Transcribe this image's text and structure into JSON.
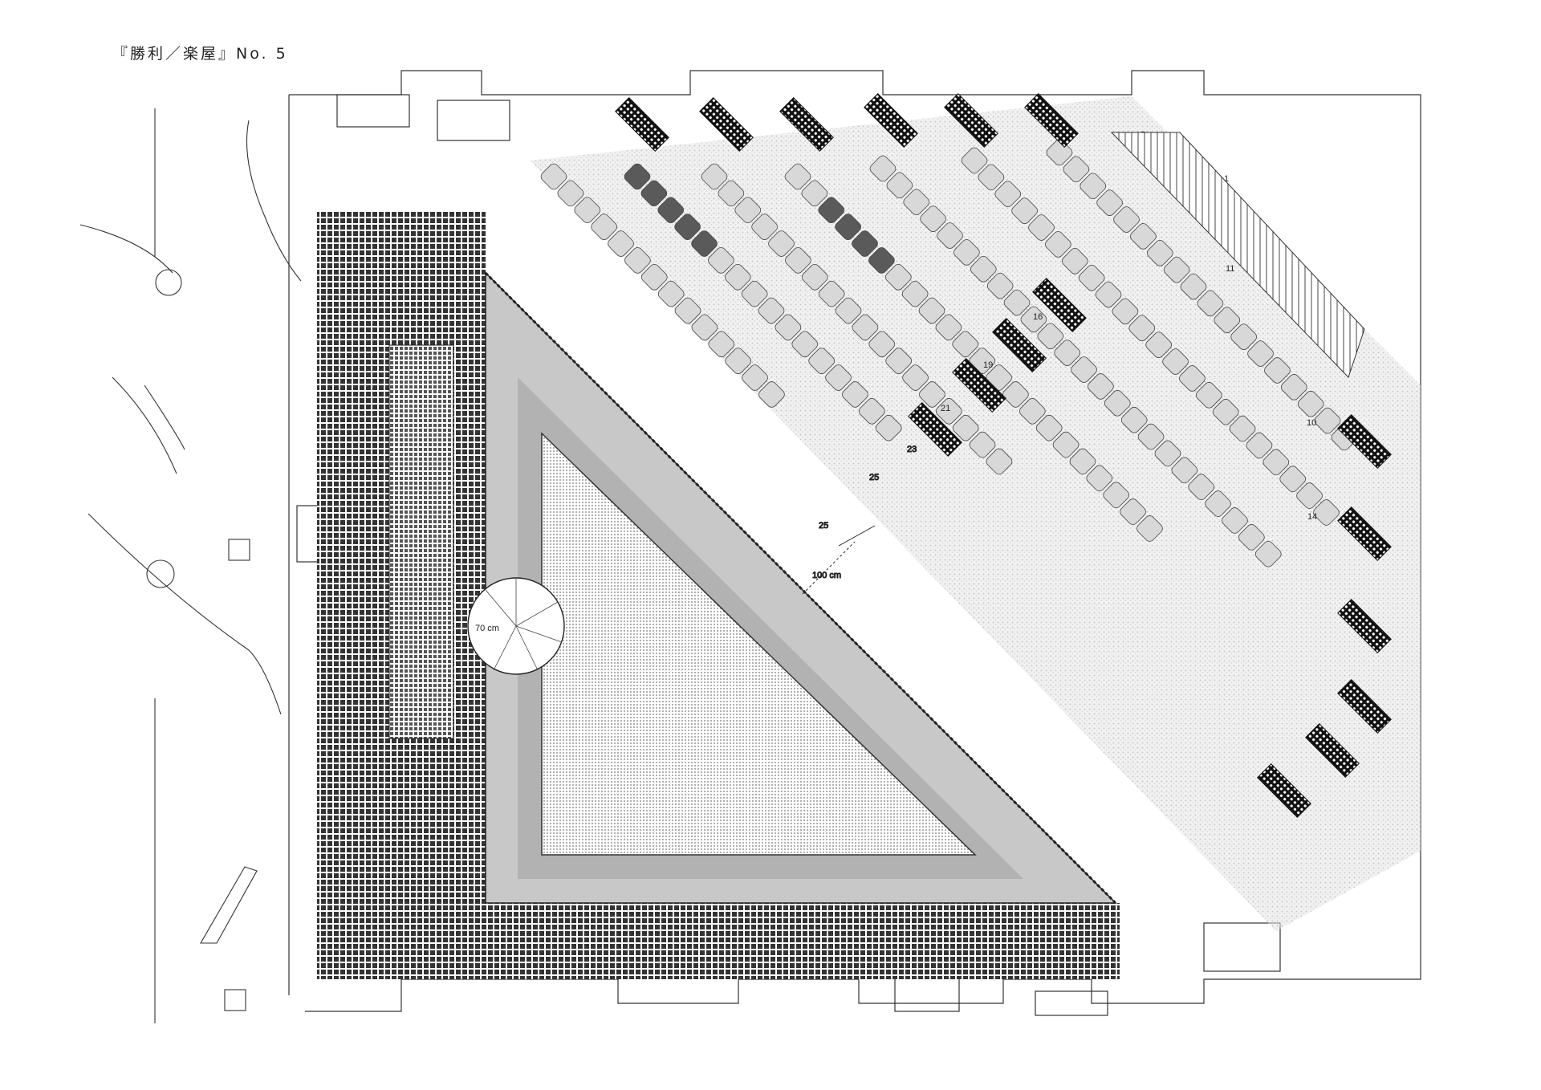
{
  "page": {
    "title": "『勝利／楽屋』No. 5"
  },
  "dimensions": {
    "stage_circle": "70 cm",
    "aisle_width": "100 cm",
    "gap_a": "25",
    "gap_b": "25",
    "gap_c": "23"
  },
  "row_numbers": [
    "1",
    "11",
    "16",
    "19",
    "21",
    "10",
    "14"
  ],
  "colors": {
    "ink": "#222222",
    "seat_fill": "#d4d4d4",
    "seat_dark": "#5a5a5a",
    "floor_grid": "#3a3a3a",
    "stage_fill": "#cfcfcf"
  }
}
